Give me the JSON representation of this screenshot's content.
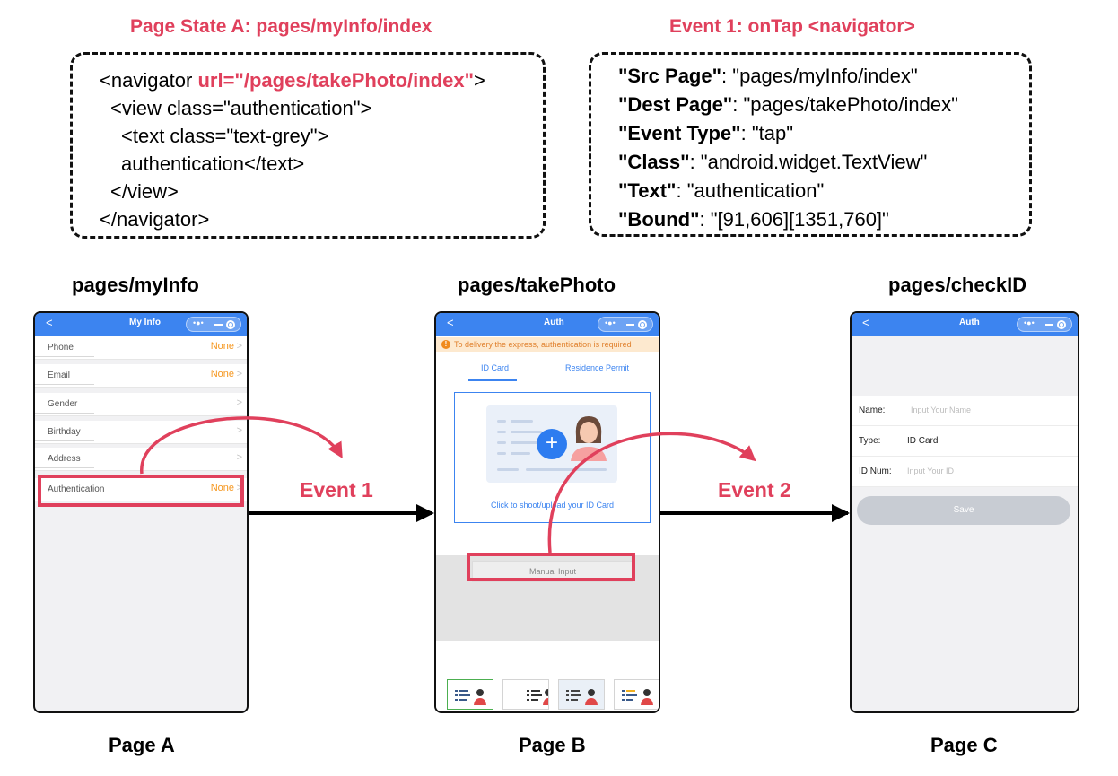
{
  "colors": {
    "accent_red": "#e0405c",
    "titlebar_blue": "#3c84f0",
    "value_orange": "#f5961e",
    "connector": "#000000"
  },
  "page_state_a": {
    "heading": "Page State A: pages/myInfo/index",
    "code": {
      "l1_pre": "<navigator ",
      "l1_url": "url=\"/pages/takePhoto/index\"",
      "l1_post": ">",
      "l2": "<view class=\"authentication\">",
      "l3": "<text class=\"text-grey\">",
      "l4": "authentication</text>",
      "l5": "</view>",
      "l6": "</navigator>"
    }
  },
  "event_1_info": {
    "heading": "Event 1: onTap <navigator>",
    "fields": [
      {
        "key": "\"Src Page\"",
        "value": ": \"pages/myInfo/index\""
      },
      {
        "key": "\"Dest Page\"",
        "value": ": \"pages/takePhoto/index\""
      },
      {
        "key": "\"Event Type\"",
        "value": ": \"tap\""
      },
      {
        "key": "\"Class\"",
        "value": ": \"android.widget.TextView\""
      },
      {
        "key": "\"Text\"",
        "value": ": \"authentication\""
      },
      {
        "key": "\"Bound\"",
        "value": ": \"[91,606][1351,760]\""
      }
    ]
  },
  "edges": {
    "event1": "Event 1",
    "event2": "Event 2"
  },
  "page_a": {
    "path": "pages/myInfo",
    "label": "Page A",
    "title": "My Info",
    "back": "<",
    "capsule_dots": "•●•",
    "rows": [
      {
        "label": "Phone",
        "value": "None"
      },
      {
        "label": "Email",
        "value": "None"
      },
      {
        "label": "Gender",
        "value": ""
      },
      {
        "label": "Birthday",
        "value": ""
      },
      {
        "label": "Address",
        "value": ""
      },
      {
        "label": "Authentication",
        "value": "None"
      }
    ],
    "chevron": ">"
  },
  "page_b": {
    "path": "pages/takePhoto",
    "label": "Page B",
    "title": "Auth",
    "back": "<",
    "capsule_dots": "•●•",
    "banner_icon": "!",
    "banner": "To delivery the express, authentication is required",
    "tabs": [
      "ID Card",
      "Residence Permit"
    ],
    "plus": "+",
    "upload_text": "Click to shoot/upload your ID Card",
    "manual_input": "Manual Input"
  },
  "page_c": {
    "path": "pages/checkID",
    "label": "Page C",
    "title": "Auth",
    "back": "<",
    "capsule_dots": "•●•",
    "fields": [
      {
        "label": "Name:",
        "value": "Input Your Name",
        "placeholder": true
      },
      {
        "label": "Type:",
        "value": "ID Card",
        "placeholder": false
      },
      {
        "label": "ID Num:",
        "value": "Input Your ID",
        "placeholder": true
      }
    ],
    "save": "Save"
  }
}
